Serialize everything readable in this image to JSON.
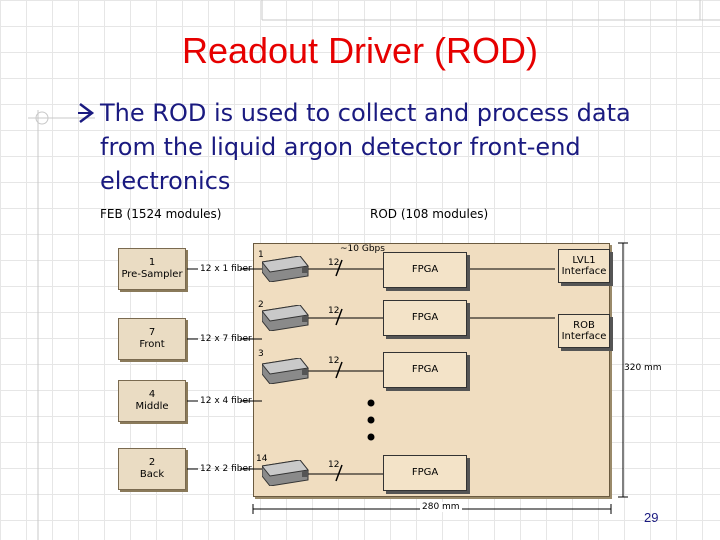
{
  "slide": {
    "title": "Readout Driver (ROD)",
    "bullet": "The ROD is used to collect and process data from the liquid argon detector front-end electronics",
    "page_number": "29"
  },
  "diagram": {
    "feb_header": "FEB (1524 modules)",
    "rod_header": "ROD (108 modules)",
    "febs": [
      {
        "count": "1",
        "name": "Pre-Sampler",
        "fiber": "12 x 1 fiber"
      },
      {
        "count": "7",
        "name": "Front",
        "fiber": "12 x 7 fiber"
      },
      {
        "count": "4",
        "name": "Middle",
        "fiber": "12 x 4 fiber"
      },
      {
        "count": "2",
        "name": "Back",
        "fiber": "12 x 2 fiber"
      }
    ],
    "slots": [
      {
        "index": "1",
        "bus": "12",
        "fpga": "FPGA"
      },
      {
        "index": "2",
        "bus": "12",
        "fpga": "FPGA"
      },
      {
        "index": "3",
        "bus": "12",
        "fpga": "FPGA"
      },
      {
        "index": "14",
        "bus": "12",
        "fpga": "FPGA"
      }
    ],
    "rate": "~10 Gbps",
    "interfaces": [
      {
        "line1": "LVL1",
        "line2": "Interface"
      },
      {
        "line1": "ROB",
        "line2": "Interface"
      }
    ],
    "width_dim": "280 mm",
    "height_dim": "320 mm"
  },
  "colors": {
    "title": "#e60000",
    "text": "#1a1a80",
    "board": "#f0ddc0"
  }
}
